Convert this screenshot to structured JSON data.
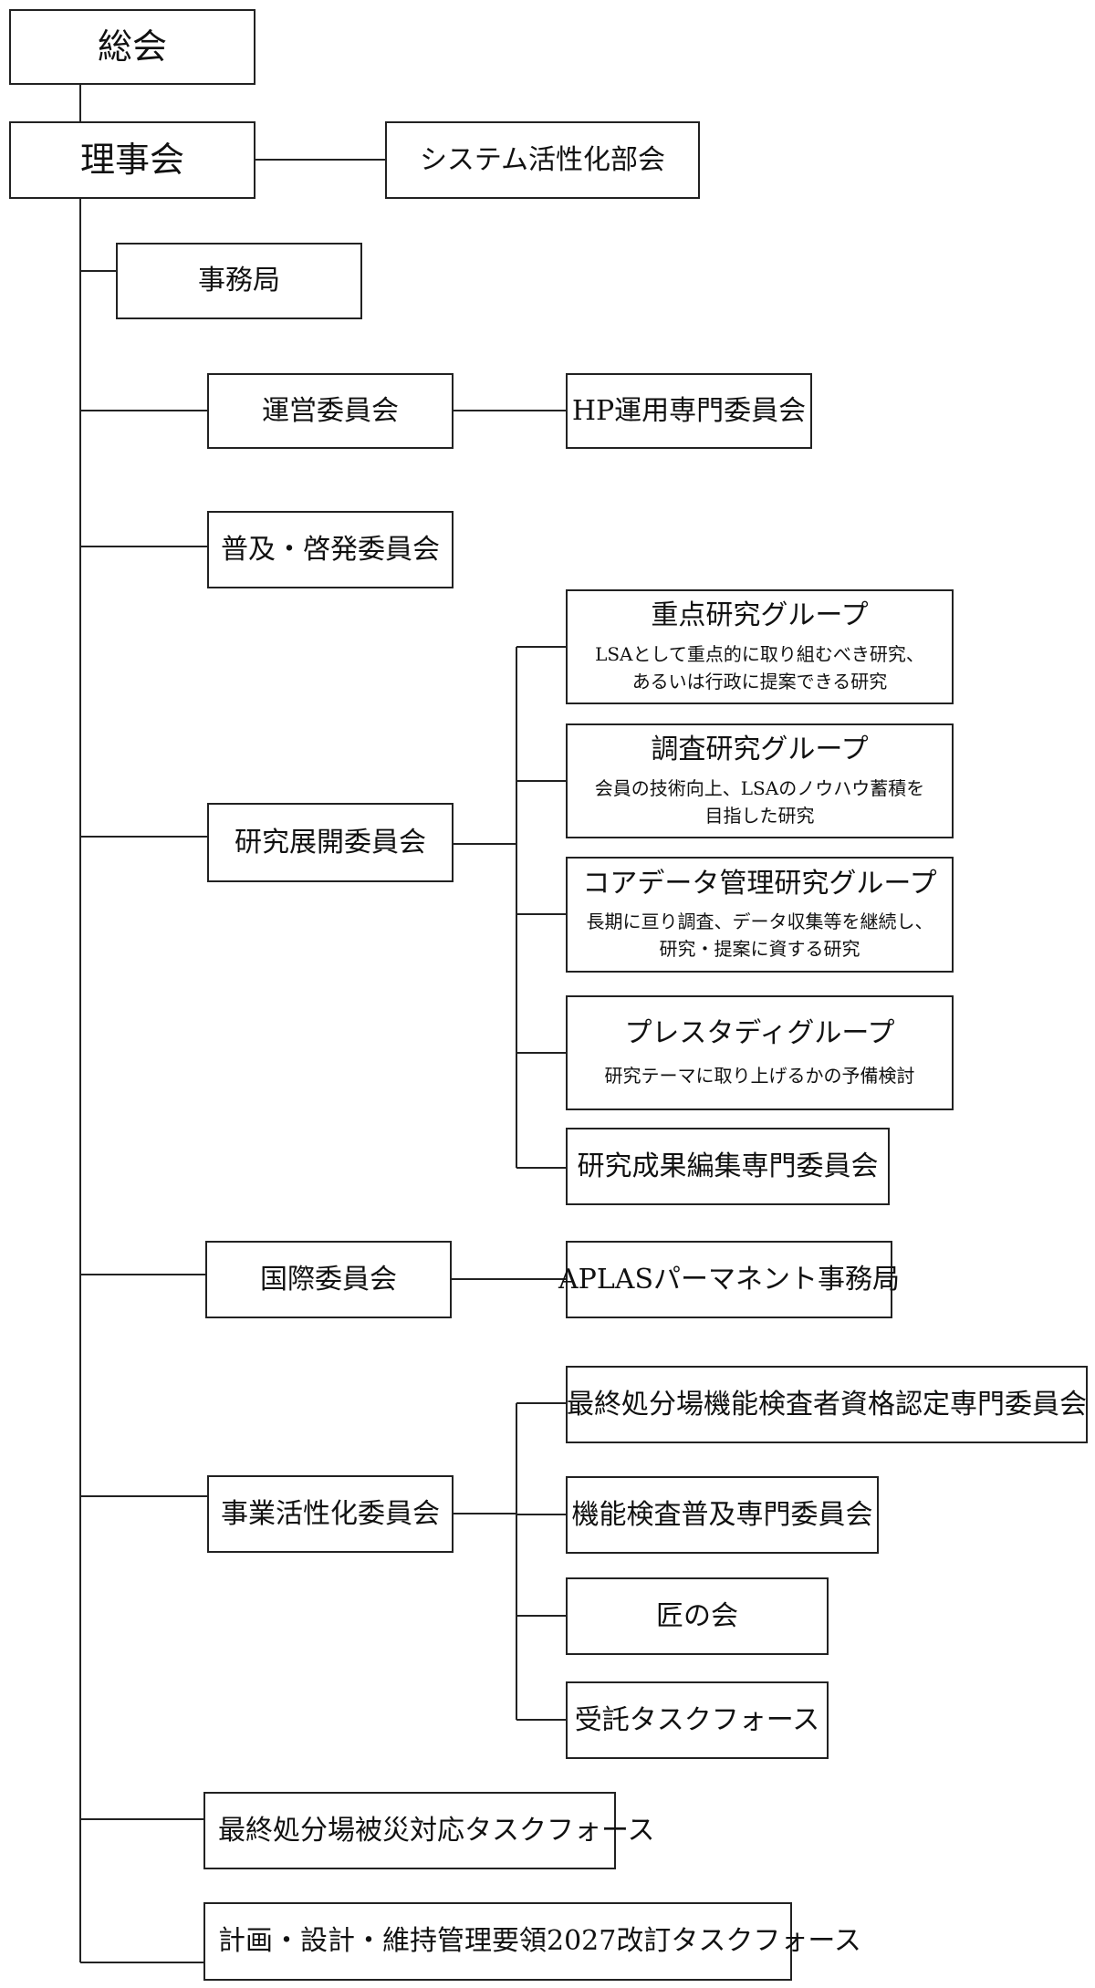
{
  "nodes": {
    "general_assembly": "総会",
    "board": "理事会",
    "system_activation": "システム活性化部会",
    "secretariat": "事務局",
    "management": "運営委員会",
    "hp_operation": "HP運用専門委員会",
    "outreach": "普及・啓発委員会",
    "research_dev": "研究展開委員会",
    "priority_research": {
      "title": "重点研究グループ",
      "desc": [
        "LSAとして重点的に取り組むべき研究、",
        "あるいは行政に提案できる研究"
      ]
    },
    "survey_research": {
      "title": "調査研究グループ",
      "desc": [
        "会員の技術向上、LSAのノウハウ蓄積を",
        "目指した研究"
      ]
    },
    "core_data": {
      "title": "コアデータ管理研究グループ",
      "desc": [
        "長期に亘り調査、データ収集等を継続し、",
        "研究・提案に資する研究"
      ]
    },
    "prestudy": {
      "title": "プレスタディグループ",
      "desc": [
        "研究テーマに取り上げるかの予備検討"
      ]
    },
    "research_editing": "研究成果編集専門委員会",
    "international": "国際委員会",
    "aplas": "APLASパーマネント事務局",
    "final_disposal_cert": "最終処分場機能検査者資格認定専門委員会",
    "function_inspection": "機能検査普及専門委員会",
    "business_activation": "事業活性化委員会",
    "takumi": "匠の会",
    "contract_task": "受託タスクフォース",
    "disaster_task": "最終処分場被災対応タスクフォース",
    "plan_task": "計画・設計・維持管理要領2027改訂タスクフォース"
  }
}
